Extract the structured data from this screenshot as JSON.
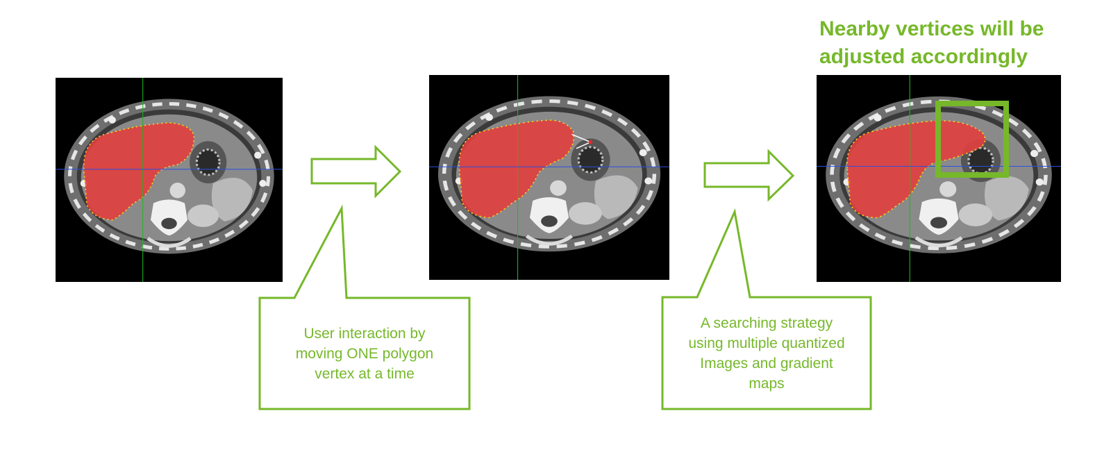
{
  "accent_color": "#76b82a",
  "headline": {
    "line1": "Nearby vertices will be",
    "line2": "adjusted accordingly"
  },
  "callouts": [
    {
      "lines": [
        "User interaction by",
        "moving ONE polygon",
        "vertex at a time"
      ]
    },
    {
      "lines": [
        "A searching strategy",
        "using multiple quantized",
        "Images and gradient",
        "maps"
      ]
    }
  ],
  "panels": [
    {
      "name": "ct-panel-initial",
      "state": "initial contour"
    },
    {
      "name": "ct-panel-vertex-moved",
      "state": "one vertex moved"
    },
    {
      "name": "ct-panel-adjusted",
      "state": "nearby vertices adjusted"
    }
  ]
}
